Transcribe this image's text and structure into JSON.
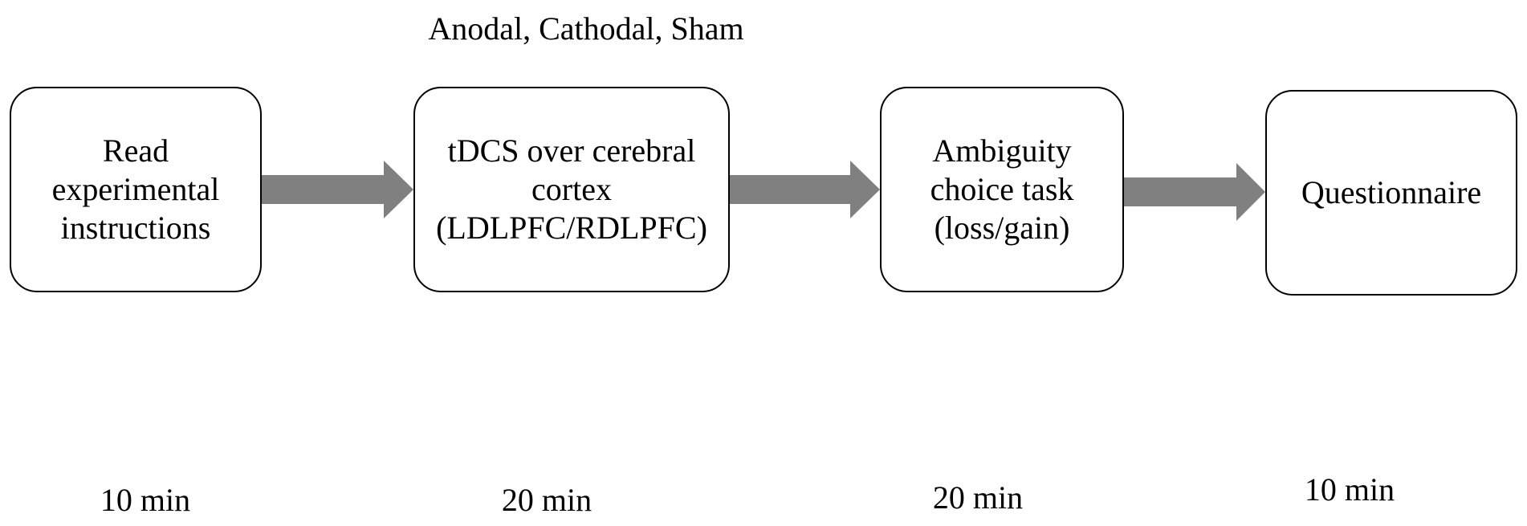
{
  "condition_label": "Anodal, Cathodal, Sham",
  "steps": [
    {
      "lines": [
        "Read",
        "experimental",
        "instructions"
      ],
      "duration": "10 min"
    },
    {
      "lines": [
        "tDCS over cerebral",
        "cortex",
        "(LDLPFC/RDLPFC)"
      ],
      "duration": "20 min"
    },
    {
      "lines": [
        "Ambiguity",
        "choice task",
        "(loss/gain)"
      ],
      "duration": "20 min"
    },
    {
      "lines": [
        "Questionnaire"
      ],
      "duration": "10 min"
    }
  ],
  "colors": {
    "arrow": "#808080",
    "box_border": "#000000",
    "text": "#000000",
    "background": "#ffffff"
  }
}
